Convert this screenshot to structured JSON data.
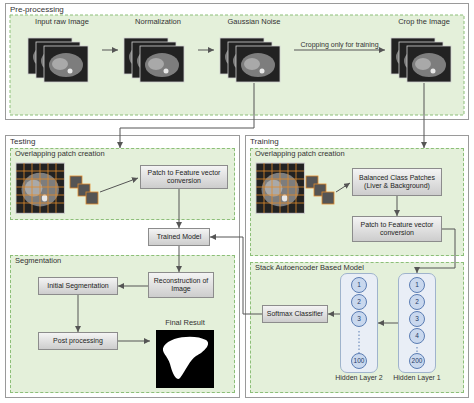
{
  "diagram": {
    "nodes": [
      {
        "text": [
          "Pre-processing"
        ]
      },
      {
        "text": [
          "Input raw Image"
        ],
        "in": 0
      },
      {
        "text": [
          "Normalization"
        ],
        "in": 0
      },
      {
        "text": [
          "Gaussian Noise"
        ],
        "in": 0
      },
      {
        "text": [
          "Crop the Image"
        ],
        "in": 0
      },
      {
        "text": [
          "Testing"
        ]
      },
      {
        "text": [
          "Overlapping patch creation"
        ],
        "in": 5
      },
      {
        "text": [
          "Patch to Feature vector conversion"
        ],
        "in": 6
      },
      {
        "text": [
          "Trained Model"
        ],
        "in": 5
      },
      {
        "text": [
          "Segmentation"
        ],
        "in": 5
      },
      {
        "text": [
          "Initial Segmentation"
        ],
        "in": 9
      },
      {
        "text": [
          "Reconstruction of Image"
        ],
        "in": 9
      },
      {
        "text": [
          "Post processing"
        ],
        "in": 9
      },
      {
        "text": [
          "Final Result"
        ],
        "in": 9
      },
      {
        "text": [
          "Training"
        ]
      },
      {
        "text": [
          "Overlapping patch creation"
        ],
        "in": 14
      },
      {
        "text": [
          "Balanced Class Patches (Liver & Background)"
        ],
        "in": 15
      },
      {
        "text": [
          "Patch to Feature vector conversion"
        ],
        "in": 15
      },
      {
        "text": [
          "Stack Autoencoder Based Model"
        ],
        "in": 14
      },
      {
        "text": [
          "Softmax Classifier"
        ],
        "in": 18
      },
      {
        "text": [
          "Hidden Layer 2"
        ],
        "in": 18
      },
      {
        "text": [
          "1"
        ],
        "in": 20
      },
      {
        "text": [
          "2"
        ],
        "in": 20
      },
      {
        "text": [
          "3"
        ],
        "in": 20
      },
      {
        "text": [
          "100"
        ],
        "in": 20
      },
      {
        "text": [
          "Hidden Layer 1"
        ],
        "in": 18
      },
      {
        "text": [
          "1"
        ],
        "in": 25
      },
      {
        "text": [
          "2"
        ],
        "in": 25
      },
      {
        "text": [
          "3"
        ],
        "in": 25
      },
      {
        "text": [
          "4"
        ],
        "in": 25
      },
      {
        "text": [
          "200"
        ],
        "in": 25
      }
    ],
    "edges": [
      {
        "from": 1,
        "to": 2,
        "arrow": "to"
      },
      {
        "from": 2,
        "to": 3,
        "arrow": "to"
      },
      {
        "from": 3,
        "to": 4,
        "label": "Cropping only for training",
        "arrow": "to"
      },
      {
        "from": 3,
        "to": 6,
        "arrow": "to"
      },
      {
        "from": 4,
        "to": 15,
        "arrow": "to"
      },
      {
        "from": 7,
        "to": 8,
        "arrow": "to"
      },
      {
        "from": 8,
        "to": 11,
        "arrow": "to"
      },
      {
        "from": 11,
        "to": 10,
        "arrow": "to"
      },
      {
        "from": 10,
        "to": 12,
        "arrow": "to"
      },
      {
        "from": 12,
        "to": 13,
        "arrow": "to"
      },
      {
        "from": 16,
        "to": 17,
        "arrow": "to"
      },
      {
        "from": 17,
        "to": 25,
        "arrow": "to"
      },
      {
        "from": 25,
        "to": 20,
        "arrow": "to"
      },
      {
        "from": 20,
        "to": 19,
        "arrow": "to"
      },
      {
        "from": 19,
        "to": 8,
        "arrow": "to"
      }
    ]
  }
}
